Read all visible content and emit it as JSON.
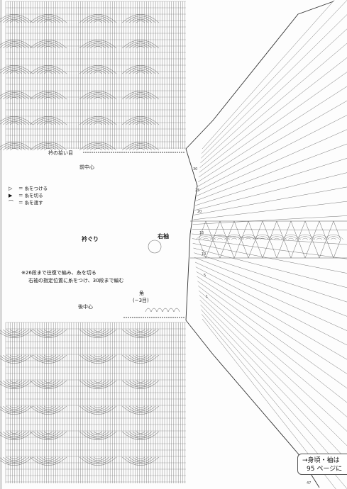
{
  "labels": {
    "collar_pickup": "衿の拾い目",
    "front_center": "前中心",
    "back_center": "後中心",
    "neckline": "衿ぐり",
    "right_sleeve": "右袖",
    "corner": "角",
    "corner_sub": "(−3目)"
  },
  "legend": [
    {
      "symbol": "▷",
      "text": "＝ 糸をつける"
    },
    {
      "symbol": "▶",
      "text": "＝ 糸を切る"
    },
    {
      "symbol": "⌒",
      "text": "＝ 糸を渡す"
    }
  ],
  "notes": {
    "line1": "※26段まで往復で編み、糸を切る",
    "line2": "右袖の指定位置に糸をつけ、30段まで編む"
  },
  "reference": {
    "line1": "→身頃・袖は",
    "line2": "95 ページに"
  },
  "page_number": "47",
  "row_numbers": [
    "30",
    "25",
    "20",
    "15",
    "10",
    "5",
    "1"
  ]
}
